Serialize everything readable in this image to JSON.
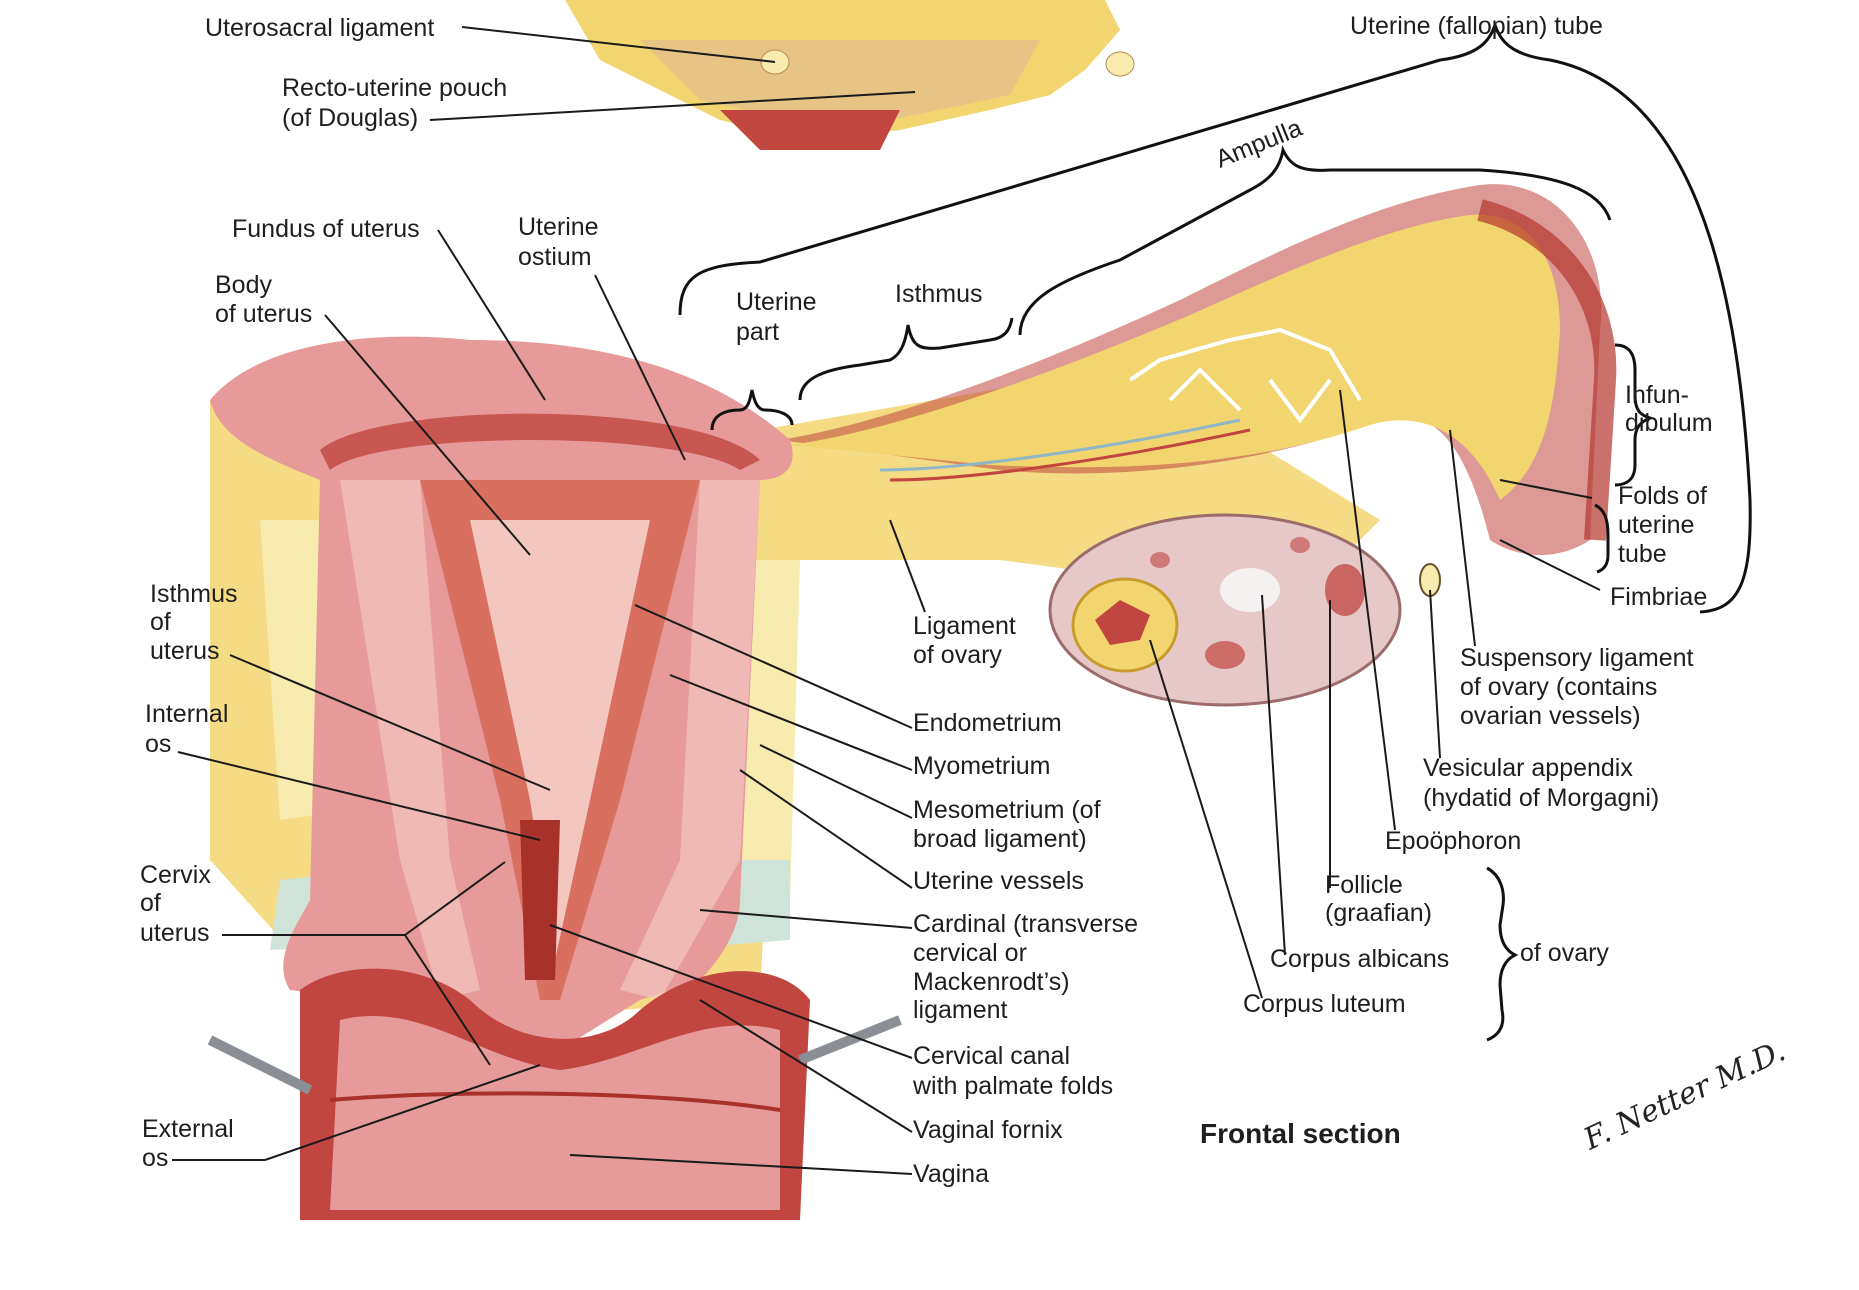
{
  "colors": {
    "muscle": "#e79a9a",
    "muscle_dark": "#c0463f",
    "muscle_light": "#f3c6c0",
    "fat_yellow": "#f2d56e",
    "fat_pale": "#f8ebb0",
    "cavity": "#d9705f",
    "ovary": "#e6c8c8",
    "vessel_blue": "#8fb7c7",
    "line": "#1a1a1a"
  },
  "labels": {
    "uterosacral": "Uterosacral ligament",
    "recto_uterine_1": "Recto-uterine pouch",
    "recto_uterine_2": "(of Douglas)",
    "uterine_tube": "Uterine (fallopian) tube",
    "ampulla": "Ampulla",
    "fundus": "Fundus of uterus",
    "uterine_ostium_1": "Uterine",
    "uterine_ostium_2": "ostium",
    "body_uterus_1": "Body",
    "body_uterus_2": "of uterus",
    "uterine_part_1": "Uterine",
    "uterine_part_2": "part",
    "isthmus_tube": "Isthmus",
    "infundibulum_1": "Infun-",
    "infundibulum_2": "dibulum",
    "folds_1": "Folds of",
    "folds_2": "uterine",
    "folds_3": "tube",
    "fimbriae": "Fimbriae",
    "isthmus_uterus_1": "Isthmus",
    "isthmus_uterus_2": "of",
    "isthmus_uterus_3": "uterus",
    "ligament_ovary_1": "Ligament",
    "ligament_ovary_2": "of ovary",
    "suspensory_1": "Suspensory ligament",
    "suspensory_2": "of ovary (contains",
    "suspensory_3": "ovarian vessels)",
    "internal_os_1": "Internal",
    "internal_os_2": "os",
    "endometrium": "Endometrium",
    "myometrium": "Myometrium",
    "vesicular_1": "Vesicular appendix",
    "vesicular_2": "(hydatid of Morgagni)",
    "mesometrium_1": "Mesometrium (of",
    "mesometrium_2": "broad ligament)",
    "epoophoron": "Epoöphoron",
    "cervix_1": "Cervix",
    "cervix_2": "of",
    "cervix_3": "uterus",
    "uterine_vessels": "Uterine vessels",
    "follicle_1": "Follicle",
    "follicle_2": "(graafian)",
    "cardinal_1": "Cardinal (transverse",
    "cardinal_2": "cervical or",
    "cardinal_3": "Mackenrodt’s)",
    "cardinal_4": "ligament",
    "of_ovary": "of ovary",
    "corpus_albicans": "Corpus albicans",
    "corpus_luteum": "Corpus luteum",
    "cervical_canal_1": "Cervical canal",
    "cervical_canal_2": "with palmate folds",
    "external_os_1": "External",
    "external_os_2": "os",
    "vaginal_fornix": "Vaginal fornix",
    "vagina": "Vagina",
    "frontal_section": "Frontal section"
  },
  "signature": "F. Netter M.D."
}
